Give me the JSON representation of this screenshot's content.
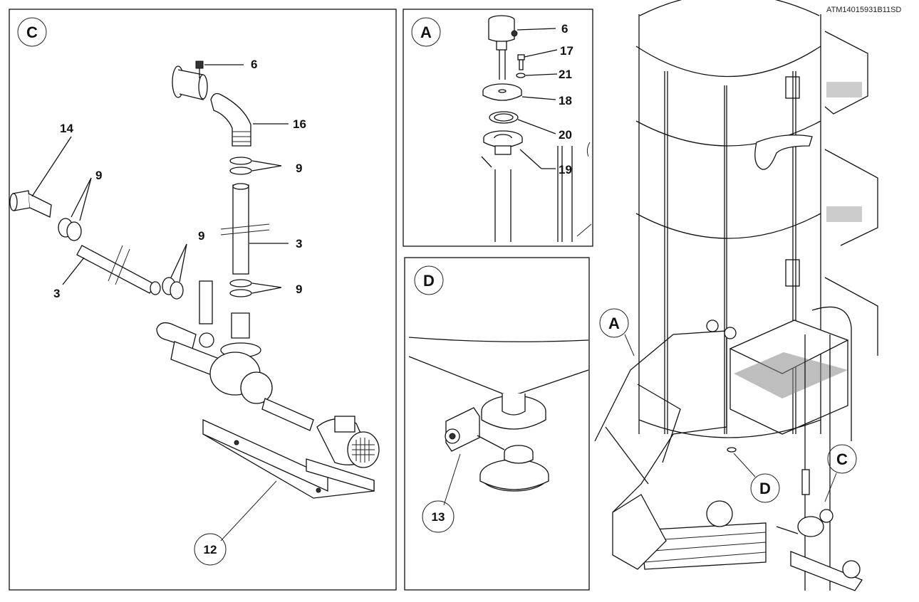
{
  "drawing_ref": "ATM14015931B11SD",
  "panels": {
    "C": {
      "label": "C",
      "callouts": {
        "c6": "6",
        "c16": "16",
        "c14": "14",
        "c9a": "9",
        "c9b": "9",
        "c9c": "9",
        "c9d": "9",
        "c3a": "3",
        "c3b": "3",
        "c12": "12"
      }
    },
    "A": {
      "label": "A",
      "callouts": {
        "c6": "6",
        "c17": "17",
        "c21": "21",
        "c18": "18",
        "c20": "20",
        "c19": "19"
      }
    },
    "D": {
      "label": "D",
      "callouts": {
        "c13": "13"
      }
    },
    "overview": {
      "callouts": {
        "A": "A",
        "D": "D",
        "C": "C"
      }
    }
  }
}
